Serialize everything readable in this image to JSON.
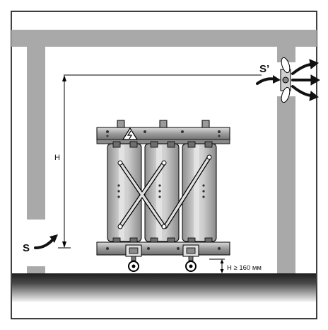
{
  "labels": {
    "inlet": "S",
    "outlet": "S’",
    "height": "H",
    "clearance": "H ≥ 160 мм"
  },
  "colors": {
    "wall": "#a9a9a9",
    "frame": "#000000",
    "floor_dark": "#2a2a2a",
    "floor_light": "#e6e6e6",
    "coil": "#bdbdbd",
    "arrow": "#111111"
  },
  "icons": {
    "fan": "axial-fan-icon",
    "warning": "high-voltage-warning-icon",
    "inlet_arrow": "air-inlet-arrow-icon",
    "outlet_arrows": "air-outlet-arrows-icon"
  }
}
